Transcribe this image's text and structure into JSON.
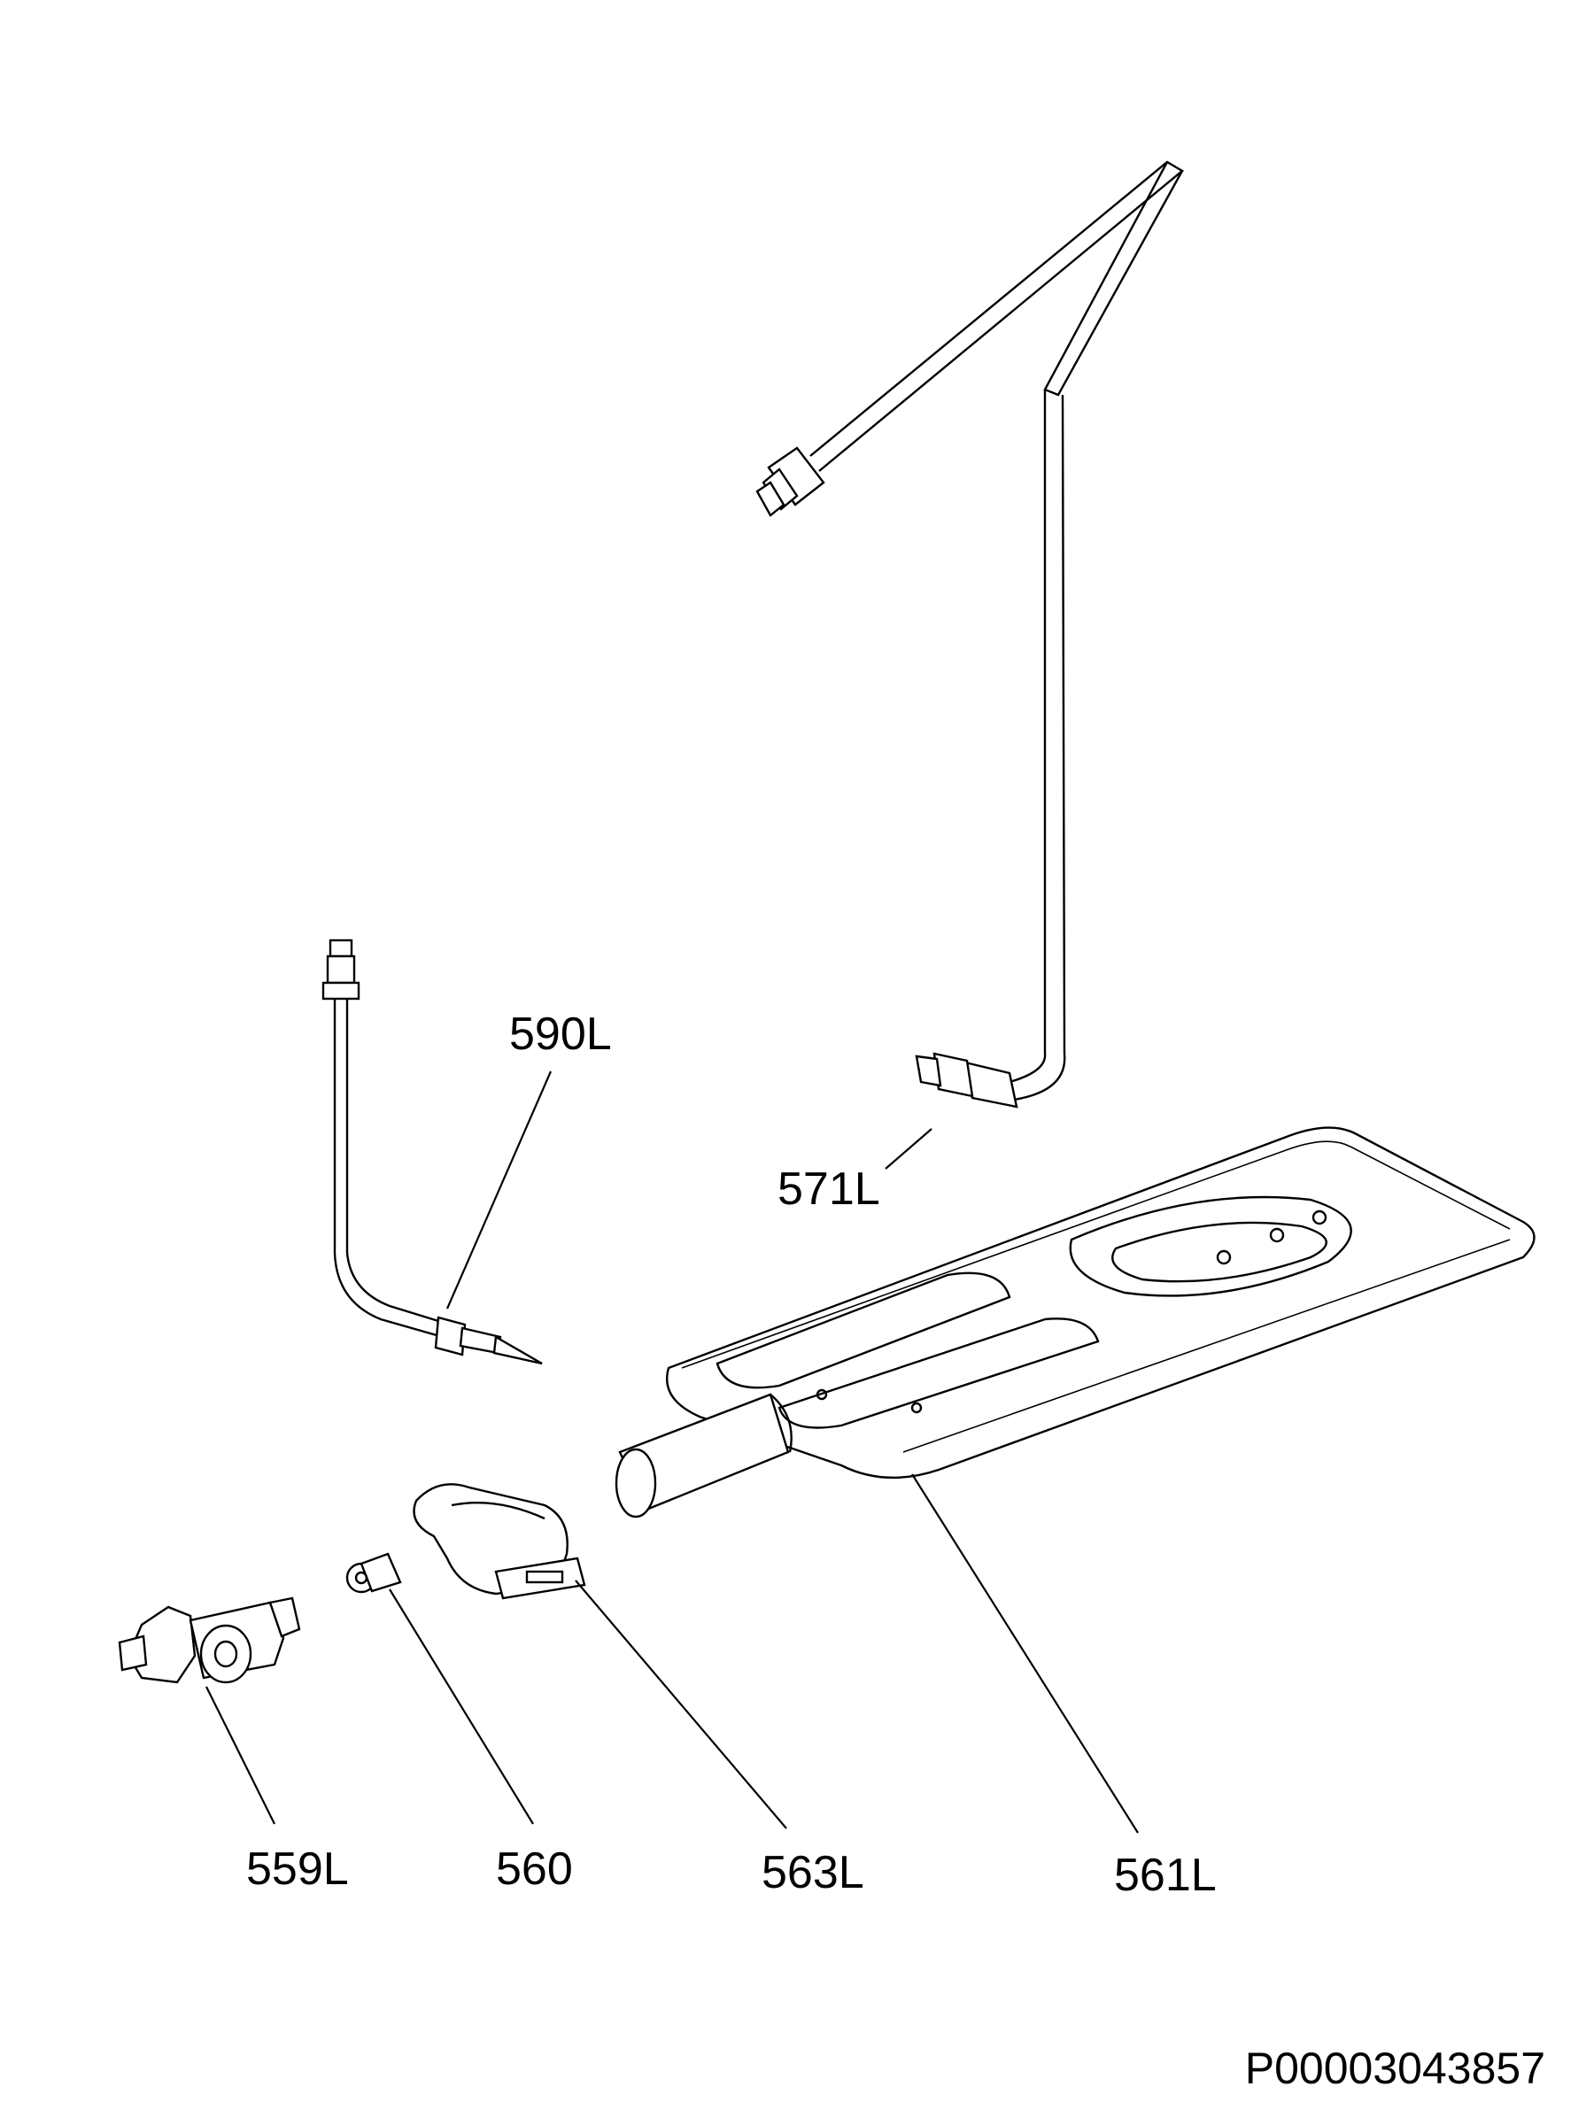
{
  "diagram": {
    "reference_code": "P00003043857",
    "callouts": [
      {
        "id": "590L",
        "label": "590L"
      },
      {
        "id": "571L",
        "label": "571L"
      },
      {
        "id": "559L",
        "label": "559L"
      },
      {
        "id": "560",
        "label": "560"
      },
      {
        "id": "563L",
        "label": "563L"
      },
      {
        "id": "561L",
        "label": "561L"
      }
    ]
  }
}
